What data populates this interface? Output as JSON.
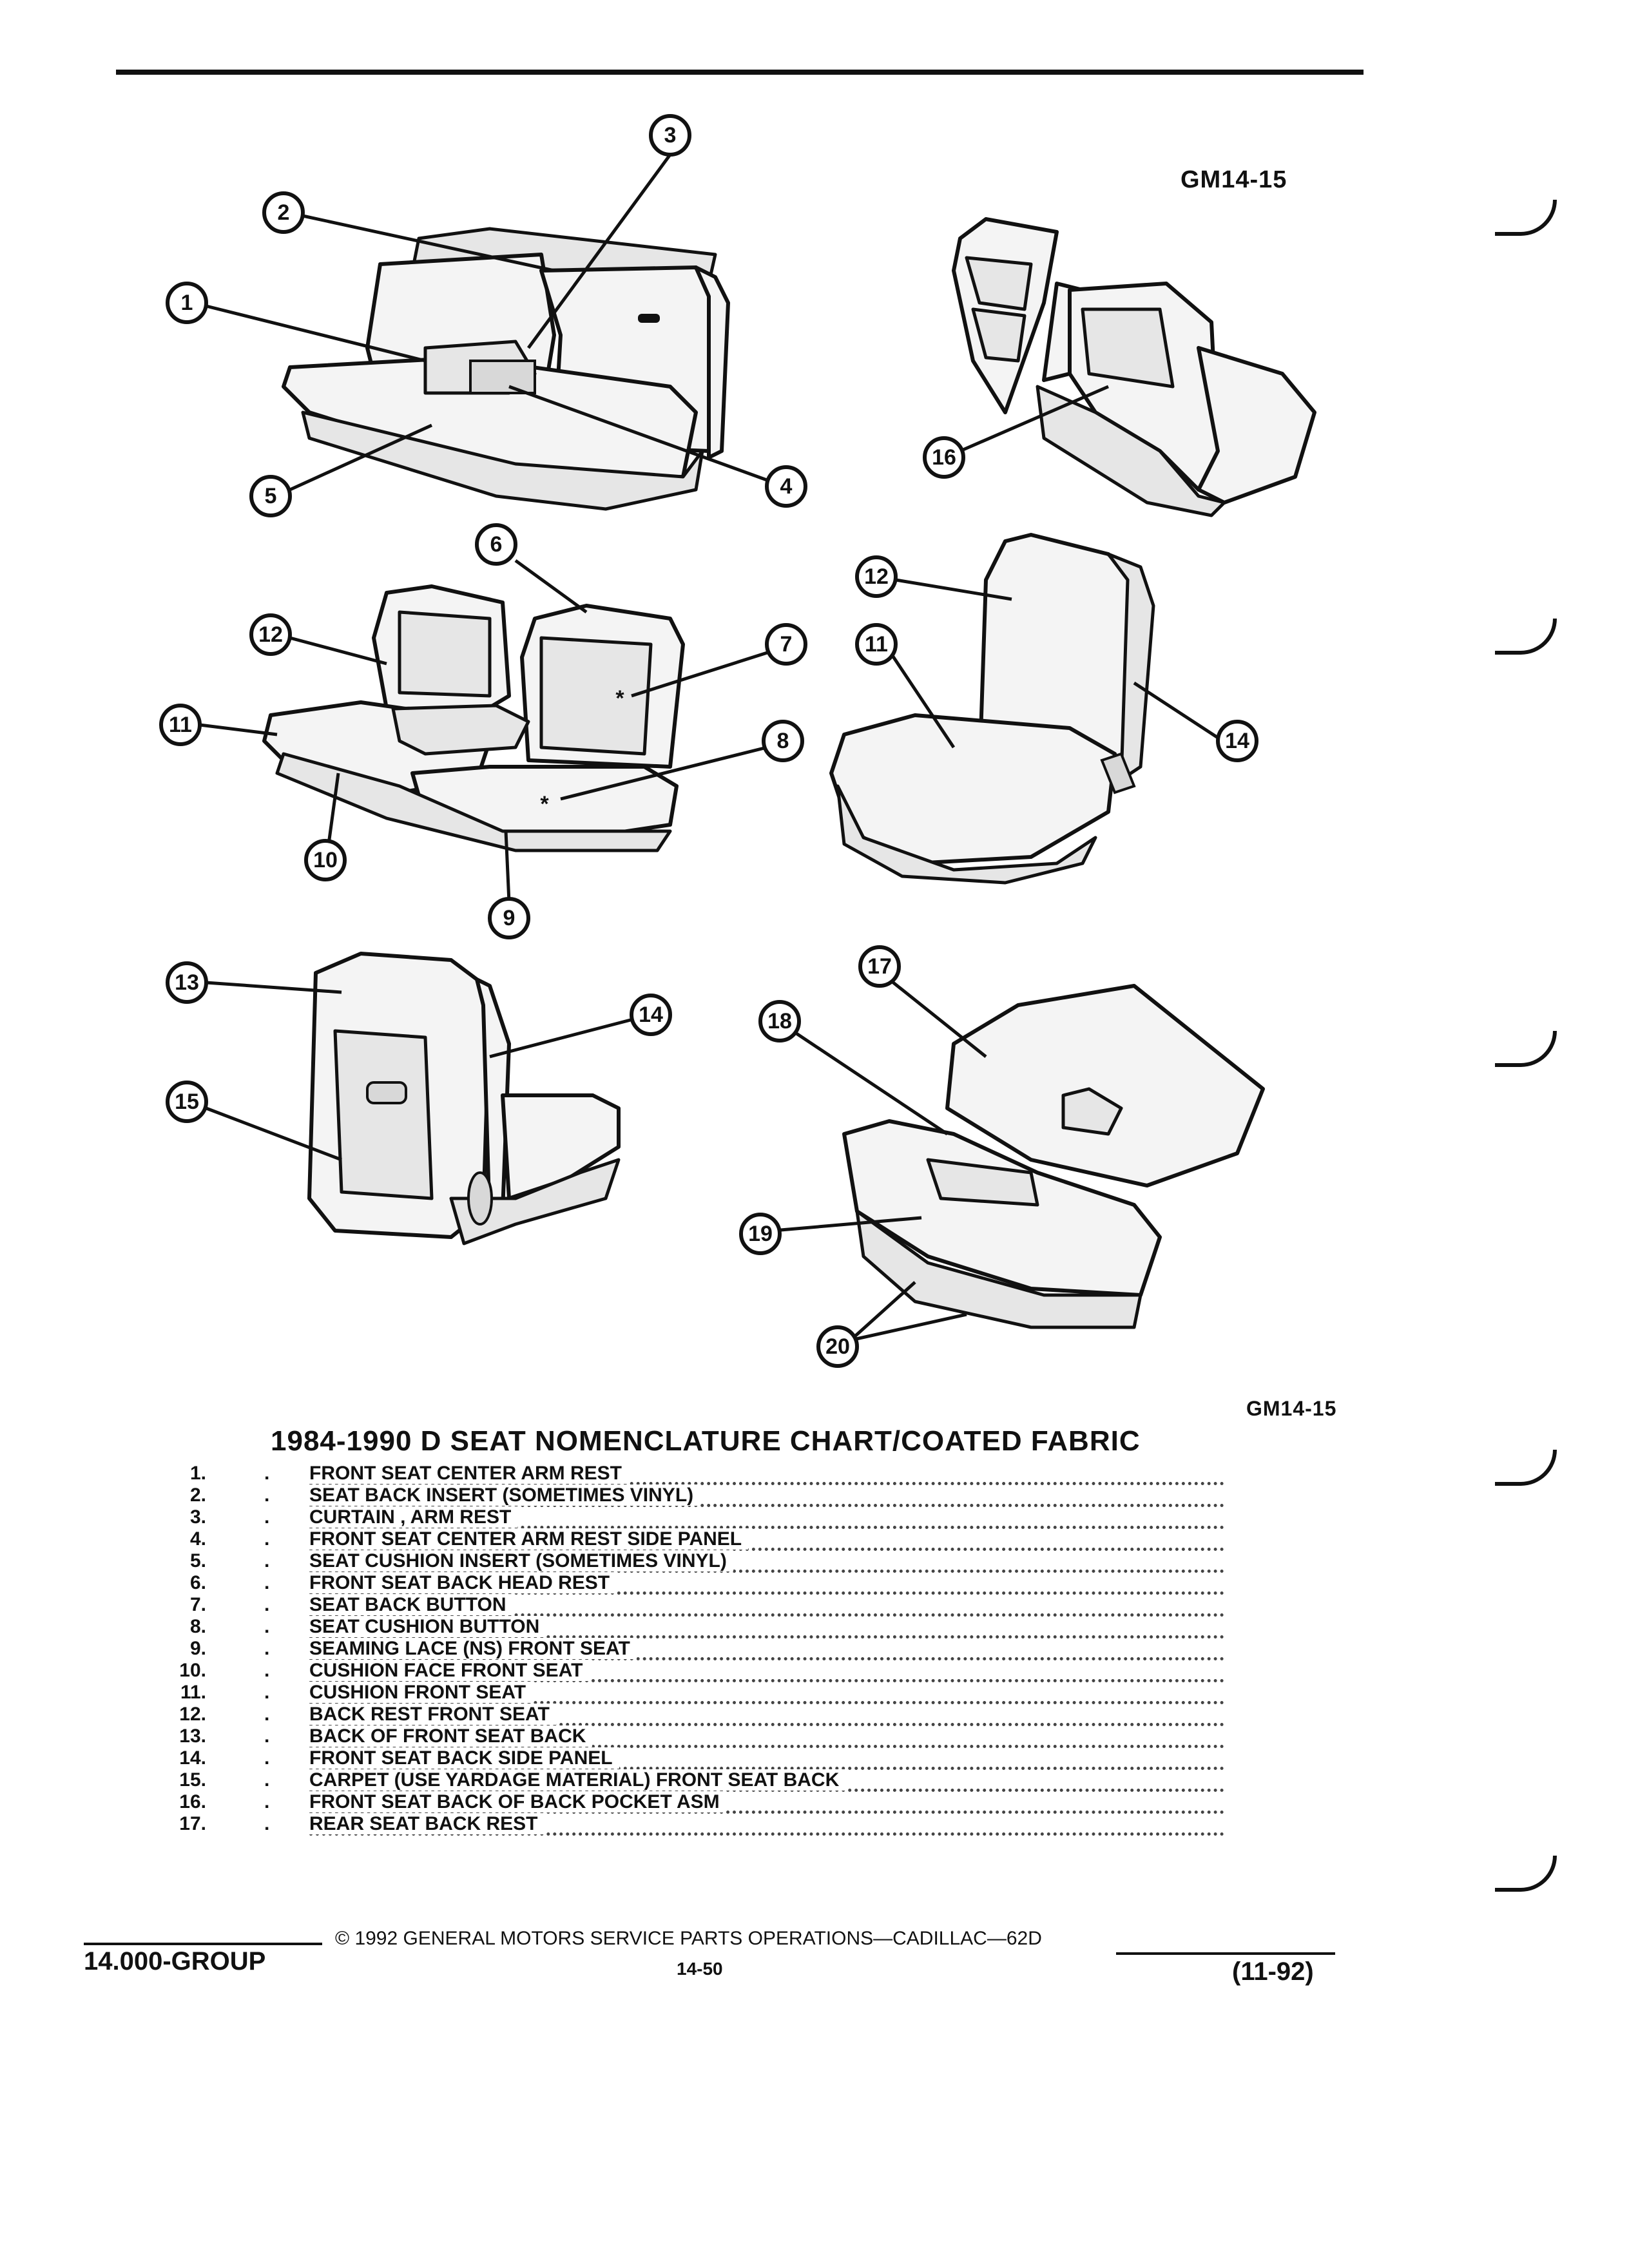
{
  "figure": {
    "code_top": "GM14-15",
    "code_bottom": "GM14-15",
    "callouts": [
      "1",
      "2",
      "3",
      "4",
      "5",
      "6",
      "7",
      "8",
      "9",
      "10",
      "11",
      "12",
      "13",
      "14",
      "15",
      "16",
      "17",
      "18",
      "19",
      "20"
    ]
  },
  "chart": {
    "title": "1984-1990 D SEAT NOMENCLATURE CHART/COATED FABRIC",
    "items": [
      {
        "num": "1.",
        "name": "FRONT SEAT CENTER ARM REST"
      },
      {
        "num": "2.",
        "name": "SEAT BACK INSERT (SOMETIMES VINYL)"
      },
      {
        "num": "3.",
        "name": "CURTAIN , ARM REST"
      },
      {
        "num": "4.",
        "name": "FRONT SEAT CENTER ARM REST SIDE PANEL"
      },
      {
        "num": "5.",
        "name": "SEAT CUSHION INSERT (SOMETIMES VINYL)"
      },
      {
        "num": "6.",
        "name": "FRONT SEAT BACK HEAD REST"
      },
      {
        "num": "7.",
        "name": "SEAT BACK BUTTON"
      },
      {
        "num": "8.",
        "name": "SEAT CUSHION BUTTON"
      },
      {
        "num": "9.",
        "name": "SEAMING LACE (NS) FRONT SEAT"
      },
      {
        "num": "10.",
        "name": "CUSHION FACE FRONT SEAT"
      },
      {
        "num": "11.",
        "name": "CUSHION FRONT SEAT"
      },
      {
        "num": "12.",
        "name": "BACK REST FRONT SEAT"
      },
      {
        "num": "13.",
        "name": "BACK OF FRONT SEAT BACK"
      },
      {
        "num": "14.",
        "name": "FRONT SEAT BACK SIDE PANEL"
      },
      {
        "num": "15.",
        "name": "CARPET (USE YARDAGE MATERIAL) FRONT SEAT BACK"
      },
      {
        "num": "16.",
        "name": "FRONT SEAT BACK OF BACK POCKET ASM"
      },
      {
        "num": "17.",
        "name": "REAR SEAT BACK REST"
      }
    ]
  },
  "footer": {
    "group": "14.000-GROUP",
    "copyright": "© 1992 GENERAL MOTORS SERVICE PARTS OPERATIONS—CADILLAC—62D",
    "page": "14-50",
    "date": "(11-92)"
  }
}
